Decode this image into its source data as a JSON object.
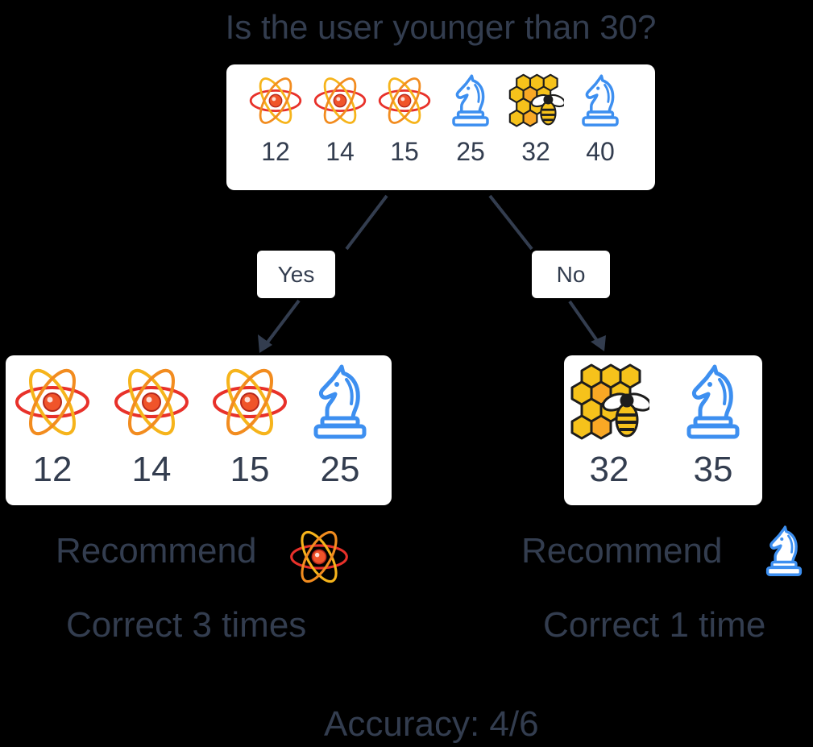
{
  "question": "Is the user younger than 30?",
  "root": {
    "ages": [
      "12",
      "14",
      "15",
      "25",
      "32",
      "40"
    ],
    "icons": [
      "atom-icon",
      "atom-icon",
      "atom-icon",
      "chess-knight-icon",
      "honeycomb-bee-icon",
      "chess-knight-icon"
    ]
  },
  "branches": {
    "yes_label": "Yes",
    "no_label": "No"
  },
  "left": {
    "ages": [
      "12",
      "14",
      "15",
      "25"
    ],
    "icons": [
      "atom-icon",
      "atom-icon",
      "atom-icon",
      "chess-knight-icon"
    ],
    "recommend_label": "Recommend",
    "recommend_icon": "atom-icon",
    "correct_text": "Correct 3 times"
  },
  "right": {
    "ages": [
      "32",
      "35"
    ],
    "icons": [
      "honeycomb-bee-icon",
      "chess-knight-icon"
    ],
    "recommend_label": "Recommend",
    "recommend_icon": "chess-knight-icon",
    "correct_text": "Correct 1 time"
  },
  "accuracy": "Accuracy: 4/6",
  "colors": {
    "background": "#000000",
    "card": "#ffffff",
    "text": "#333d4f",
    "atom": "#e8312a",
    "atom_ring": "#f6b41b",
    "knight": "#3d8ff0",
    "honey": "#f6c21b"
  }
}
